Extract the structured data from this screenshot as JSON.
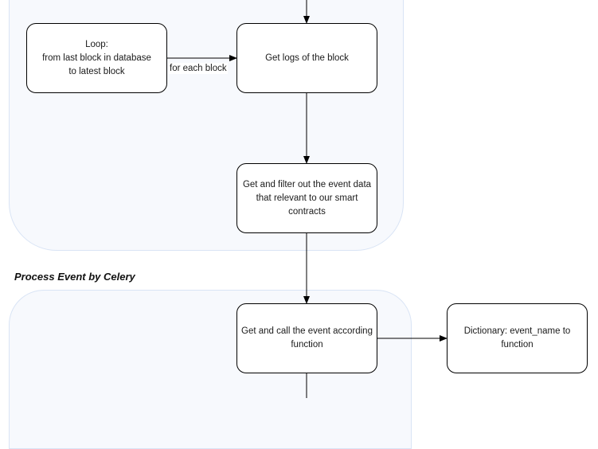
{
  "lanes": {
    "process_event_title": "Process Event by Celery"
  },
  "nodes": {
    "loop": "Loop:\nfrom last block in database\nto latest block",
    "get_logs": "Get logs of the block",
    "filter_events": "Get and filter out the event data\nthat relevant to our smart\ncontracts",
    "call_event": "Get and call the event according\nfunction",
    "dictionary": "Dictionary: event_name to function"
  },
  "edges": {
    "for_each_block": "for each block"
  },
  "colors": {
    "lane_fill": "#f7f9fd",
    "lane_border": "#d9e4f5",
    "node_border": "#000000",
    "edge": "#000000"
  }
}
